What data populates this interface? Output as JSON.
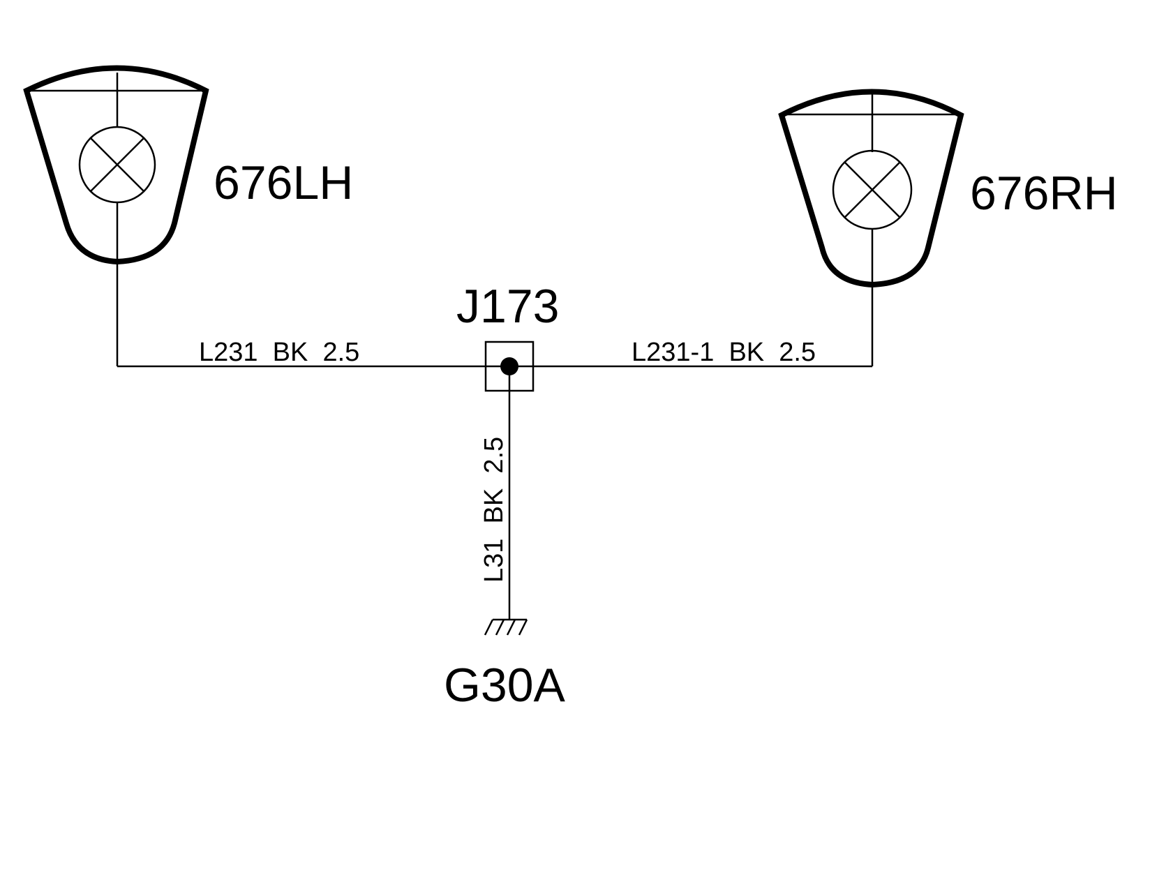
{
  "components": {
    "lamp_left": {
      "label": "676LH",
      "icon": "lamp-icon"
    },
    "lamp_right": {
      "label": "676RH",
      "icon": "lamp-icon"
    },
    "junction": {
      "label": "J173",
      "icon": "splice-junction-icon"
    },
    "ground": {
      "label": "G30A",
      "icon": "ground-icon"
    }
  },
  "wires": {
    "left": "L231  BK  2.5",
    "right": "L231-1  BK  2.5",
    "down": "L31  BK  2.5"
  },
  "colors": {
    "line": "#000000",
    "background": "#ffffff"
  }
}
